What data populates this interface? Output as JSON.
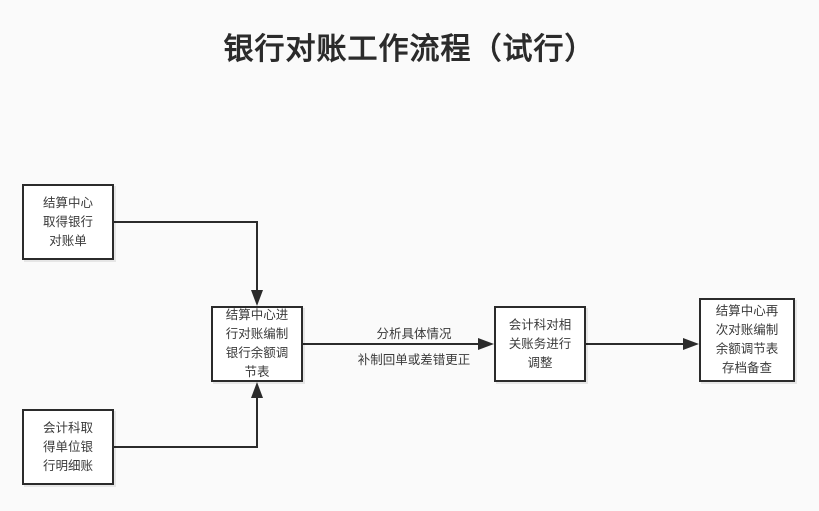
{
  "title": "银行对账工作流程（试行）",
  "theme": {
    "background": "#fafafa",
    "node_fill": "#ffffff",
    "node_border": "#2b2b2b",
    "text_color": "#3a3a3a",
    "connector_color": "#2b2b2b"
  },
  "nodes": [
    {
      "id": "bank-statement",
      "label": "结算中心\n取得银行\n对账单",
      "step": 1
    },
    {
      "id": "ledger-detail",
      "label": "会计科取\n得单位银\n行明细账",
      "step": 2
    },
    {
      "id": "reconcile-table",
      "label": "结算中心进\n行对账编制\n银行余额调\n节表",
      "step": 3
    },
    {
      "id": "adjust-accounts",
      "label": "会计科对相\n关账务进行\n调整",
      "step": 4
    },
    {
      "id": "archive",
      "label": "结算中心再\n次对账编制\n余额调节表\n存档备查",
      "step": 5
    }
  ],
  "edges": [
    {
      "id": "bank-statement-to-reconcile",
      "from": "bank-statement",
      "to": "reconcile-table",
      "label": ""
    },
    {
      "id": "ledger-detail-to-reconcile",
      "from": "ledger-detail",
      "to": "reconcile-table",
      "label": ""
    },
    {
      "id": "reconcile-to-adjust",
      "from": "reconcile-table",
      "to": "adjust-accounts",
      "label_above": "分析具体情况",
      "label_below": "补制回单或差错更正"
    },
    {
      "id": "adjust-to-archive",
      "from": "adjust-accounts",
      "to": "archive",
      "label": ""
    }
  ]
}
